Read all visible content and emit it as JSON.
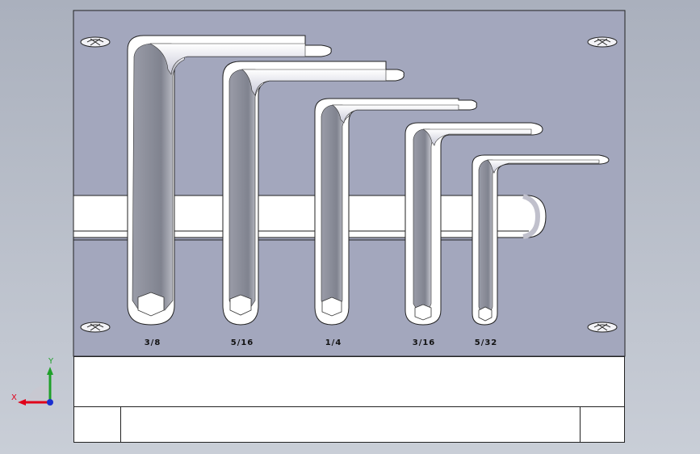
{
  "sizes": [
    {
      "label": "3/8"
    },
    {
      "label": "5/16"
    },
    {
      "label": "1/4"
    },
    {
      "label": "3/16"
    },
    {
      "label": "5/32"
    }
  ],
  "axes": {
    "x": "X",
    "y": "Y"
  },
  "icons": {
    "screw": "screw-head-icon",
    "triad": "axis-triad-icon"
  },
  "colors": {
    "plate": "#a3a7bd",
    "slot": "#ffffff",
    "bar": "#ffffff",
    "x_axis": "#e0001a",
    "y_axis": "#1fa02a",
    "z_axis": "#1a2fd0"
  }
}
